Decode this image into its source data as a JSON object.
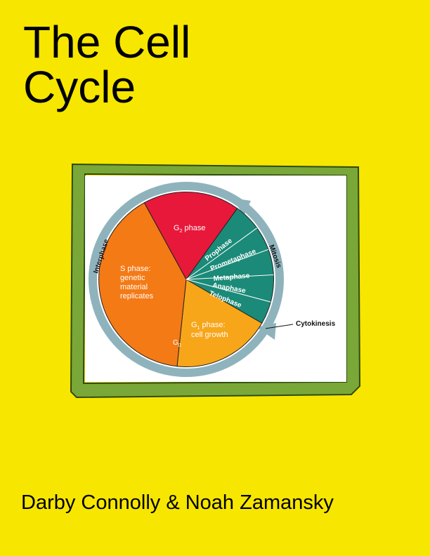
{
  "cover": {
    "title_line1": "The Cell",
    "title_line2": "Cycle",
    "authors": "Darby Connolly & Noah Zamansky"
  },
  "diagram": {
    "arc_labels": {
      "interphase": "Interphase",
      "mitosis": "Mitosis"
    },
    "phases": {
      "g2": {
        "main": "G",
        "sub": "2",
        "rest": " phase"
      },
      "s_line1": "S phase:",
      "s_line2": "genetic",
      "s_line3": "material",
      "s_line4": "replicates",
      "g1_line1_main": "G",
      "g1_line1_sub": "1",
      "g1_line1_rest": " phase:",
      "g1_line2": "cell growth",
      "g0_main": "G",
      "g0_sub": "0"
    },
    "mitosis_stages": [
      "Prophase",
      "Prometaphase",
      "Metaphase",
      "Anaphase",
      "Telophase"
    ],
    "cytokinesis": "Cytokinesis",
    "colors": {
      "background": "#f7e600",
      "frame_green": "#7aa838",
      "frame_dark": "#2f4a10",
      "ring": "#8fb3bd",
      "g2": "#e8183a",
      "s": "#f47a16",
      "g1": "#f7a61a",
      "mitosis": "#1b8a78"
    }
  }
}
